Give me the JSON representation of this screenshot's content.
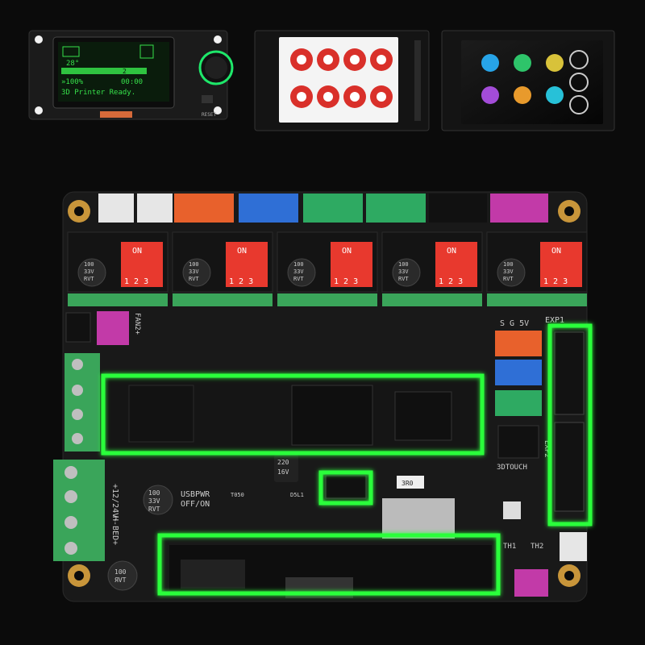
{
  "colors": {
    "background": "#0b0b0b",
    "pcb": "#1a1a1a",
    "highlight": "#2bff3a",
    "dip_switch": "#e8392e",
    "terminal_green": "#3aa55a",
    "connector_orange": "#e8612c",
    "connector_blue": "#2f6fd6",
    "connector_green": "#2eaa62",
    "connector_magenta": "#c23aa8",
    "connector_white": "#e6e6e6",
    "mounting_pad": "#c8953a"
  },
  "lcd_screen": {
    "lines": [
      "28°",
      "»100%",
      "3D Printer Ready."
    ],
    "stat_left": "2",
    "stat_right": "00:00",
    "knob_label": "RESET"
  },
  "touch_screen": {
    "icons": [
      "thermometer-icon",
      "move-icon",
      "home-icon",
      "print-icon",
      "extrude-icon",
      "fan-icon",
      "settings-icon",
      "more-icon"
    ]
  },
  "model_screen": {
    "icons": [
      "model-icon-blue",
      "model-icon-green",
      "model-icon-yellow",
      "model-icon-purple",
      "model-icon-orange",
      "model-icon-cyan"
    ],
    "buttons": [
      "up-arrow-icon",
      "down-arrow-icon",
      "back-arrow-icon"
    ]
  },
  "board": {
    "drivers": [
      {
        "dip_label": "ON",
        "dip_numbers": "1 2 3",
        "cap_text": [
          "100",
          "33V",
          "RVT"
        ]
      },
      {
        "dip_label": "ON",
        "dip_numbers": "1 2 3",
        "cap_text": [
          "100",
          "33V",
          "RVT"
        ]
      },
      {
        "dip_label": "ON",
        "dip_numbers": "1 2 3",
        "cap_text": [
          "100",
          "33V",
          "RVT"
        ]
      },
      {
        "dip_label": "ON",
        "dip_numbers": "1 2 3",
        "cap_text": [
          "100",
          "33V",
          "RVT"
        ]
      },
      {
        "dip_label": "ON",
        "dip_numbers": "1 2 3",
        "cap_text": [
          "100",
          "33V",
          "RVT"
        ]
      }
    ],
    "labels": {
      "fan2": "FAN2+",
      "sg5v": "S G 5V",
      "exp1": "EXP1",
      "exp2": "EXP2",
      "touch3d": "3DTOUCH",
      "usbpwr": "USBPWR",
      "offon": "OFF/ON",
      "bed": "H-BED+",
      "pwr": "+12/24V-",
      "th1": "TH1",
      "th2": "TH2",
      "chip_3r0": "3R0",
      "cap_a": [
        "220",
        "16V"
      ],
      "cap_b": [
        "100",
        "33V",
        "RVT"
      ],
      "cap_c": [
        "100",
        "ЯVT"
      ],
      "t050": "T050",
      "d5l1": "D5L1"
    }
  }
}
